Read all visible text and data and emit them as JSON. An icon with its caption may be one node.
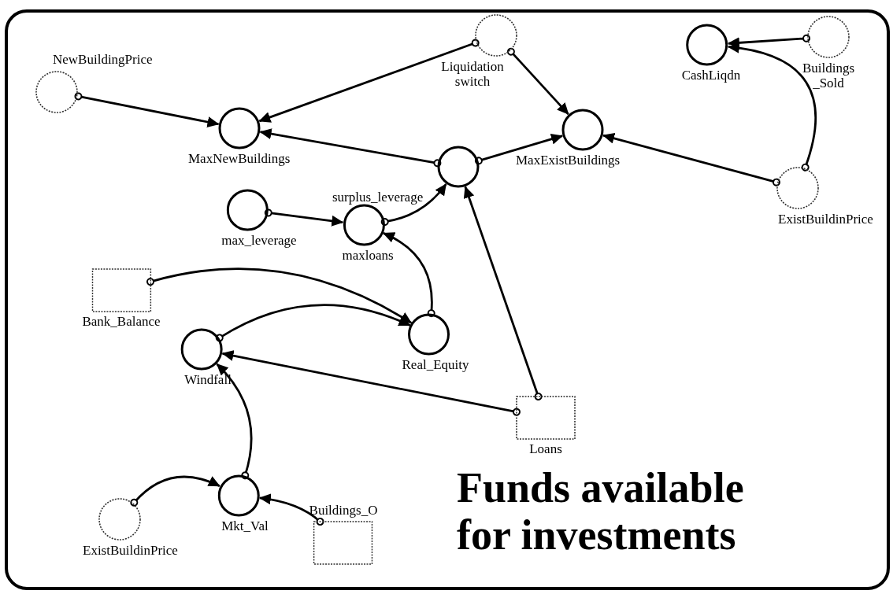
{
  "diagram": {
    "title": "Funds available for investments",
    "nodes": [
      {
        "text": [
          "NewBuildingPrice"
        ]
      },
      {
        "text": [
          "Liquidation switch"
        ]
      },
      {
        "text": [
          "CashLiqdn"
        ]
      },
      {
        "text": [
          "Buildings _Sold"
        ]
      },
      {
        "text": [
          "MaxNewBuildings"
        ]
      },
      {
        "text": [
          "MaxExistBuildings"
        ]
      },
      {
        "text": [
          "surplus_leverage"
        ]
      },
      {
        "text": [
          "max_leverage"
        ]
      },
      {
        "text": [
          "maxloans"
        ]
      },
      {
        "text": [
          "ExistBuildinPrice"
        ]
      },
      {
        "text": [
          "Bank_Balance"
        ]
      },
      {
        "text": [
          "Real_Equity"
        ]
      },
      {
        "text": [
          "Windfall"
        ]
      },
      {
        "text": [
          "Loans"
        ]
      },
      {
        "text": [
          "ExistBuildinPrice"
        ]
      },
      {
        "text": [
          "Mkt_Val"
        ]
      },
      {
        "text": [
          "Buildings_O"
        ]
      }
    ],
    "edges": [
      {
        "from": 0,
        "to": 4,
        "arrow": "to"
      },
      {
        "from": 1,
        "to": 4,
        "arrow": "to"
      },
      {
        "from": 1,
        "to": 5,
        "arrow": "to"
      },
      {
        "from": 3,
        "to": 2,
        "arrow": "to"
      },
      {
        "from": 9,
        "to": 2,
        "arrow": "to"
      },
      {
        "from": 6,
        "to": 4,
        "arrow": "to"
      },
      {
        "from": 6,
        "to": 5,
        "arrow": "to"
      },
      {
        "from": 9,
        "to": 5,
        "arrow": "to"
      },
      {
        "from": 7,
        "to": 8,
        "arrow": "to"
      },
      {
        "from": 8,
        "to": 6,
        "arrow": "to"
      },
      {
        "from": 11,
        "to": 8,
        "arrow": "to"
      },
      {
        "from": 13,
        "to": 6,
        "arrow": "to"
      },
      {
        "from": 10,
        "to": 11,
        "arrow": "to"
      },
      {
        "from": 12,
        "to": 11,
        "arrow": "to"
      },
      {
        "from": 13,
        "to": 12,
        "arrow": "to"
      },
      {
        "from": 15,
        "to": 12,
        "arrow": "to"
      },
      {
        "from": 14,
        "to": 15,
        "arrow": "to"
      },
      {
        "from": 16,
        "to": 15,
        "arrow": "to"
      }
    ]
  }
}
